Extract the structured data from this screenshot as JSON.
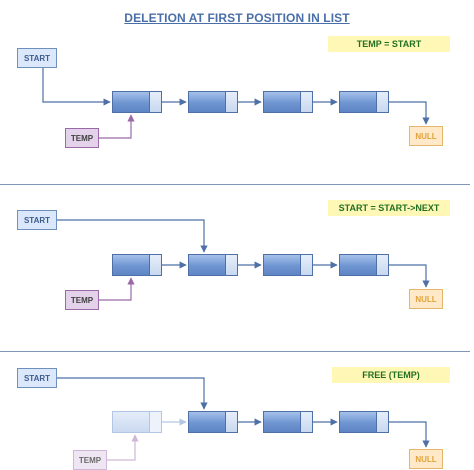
{
  "title": "DELETION AT FIRST POSITION IN LIST",
  "steps": [
    {
      "note": "TEMP = START",
      "start": "START",
      "temp": "TEMP",
      "null": "NULL"
    },
    {
      "note": "START = START->NEXT",
      "start": "START",
      "temp": "TEMP",
      "null": "NULL"
    },
    {
      "note": "FREE (TEMP)",
      "start": "START",
      "temp": "TEMP",
      "null": "NULL"
    }
  ],
  "colors": {
    "title": "#4a6fa8",
    "node": "#6f95d1",
    "start_link": "#4e70a6",
    "temp_link": "#9a6aa8",
    "null_link": "#4e70a6",
    "note_text": "#237023",
    "note_fill": "#fff7b5"
  }
}
